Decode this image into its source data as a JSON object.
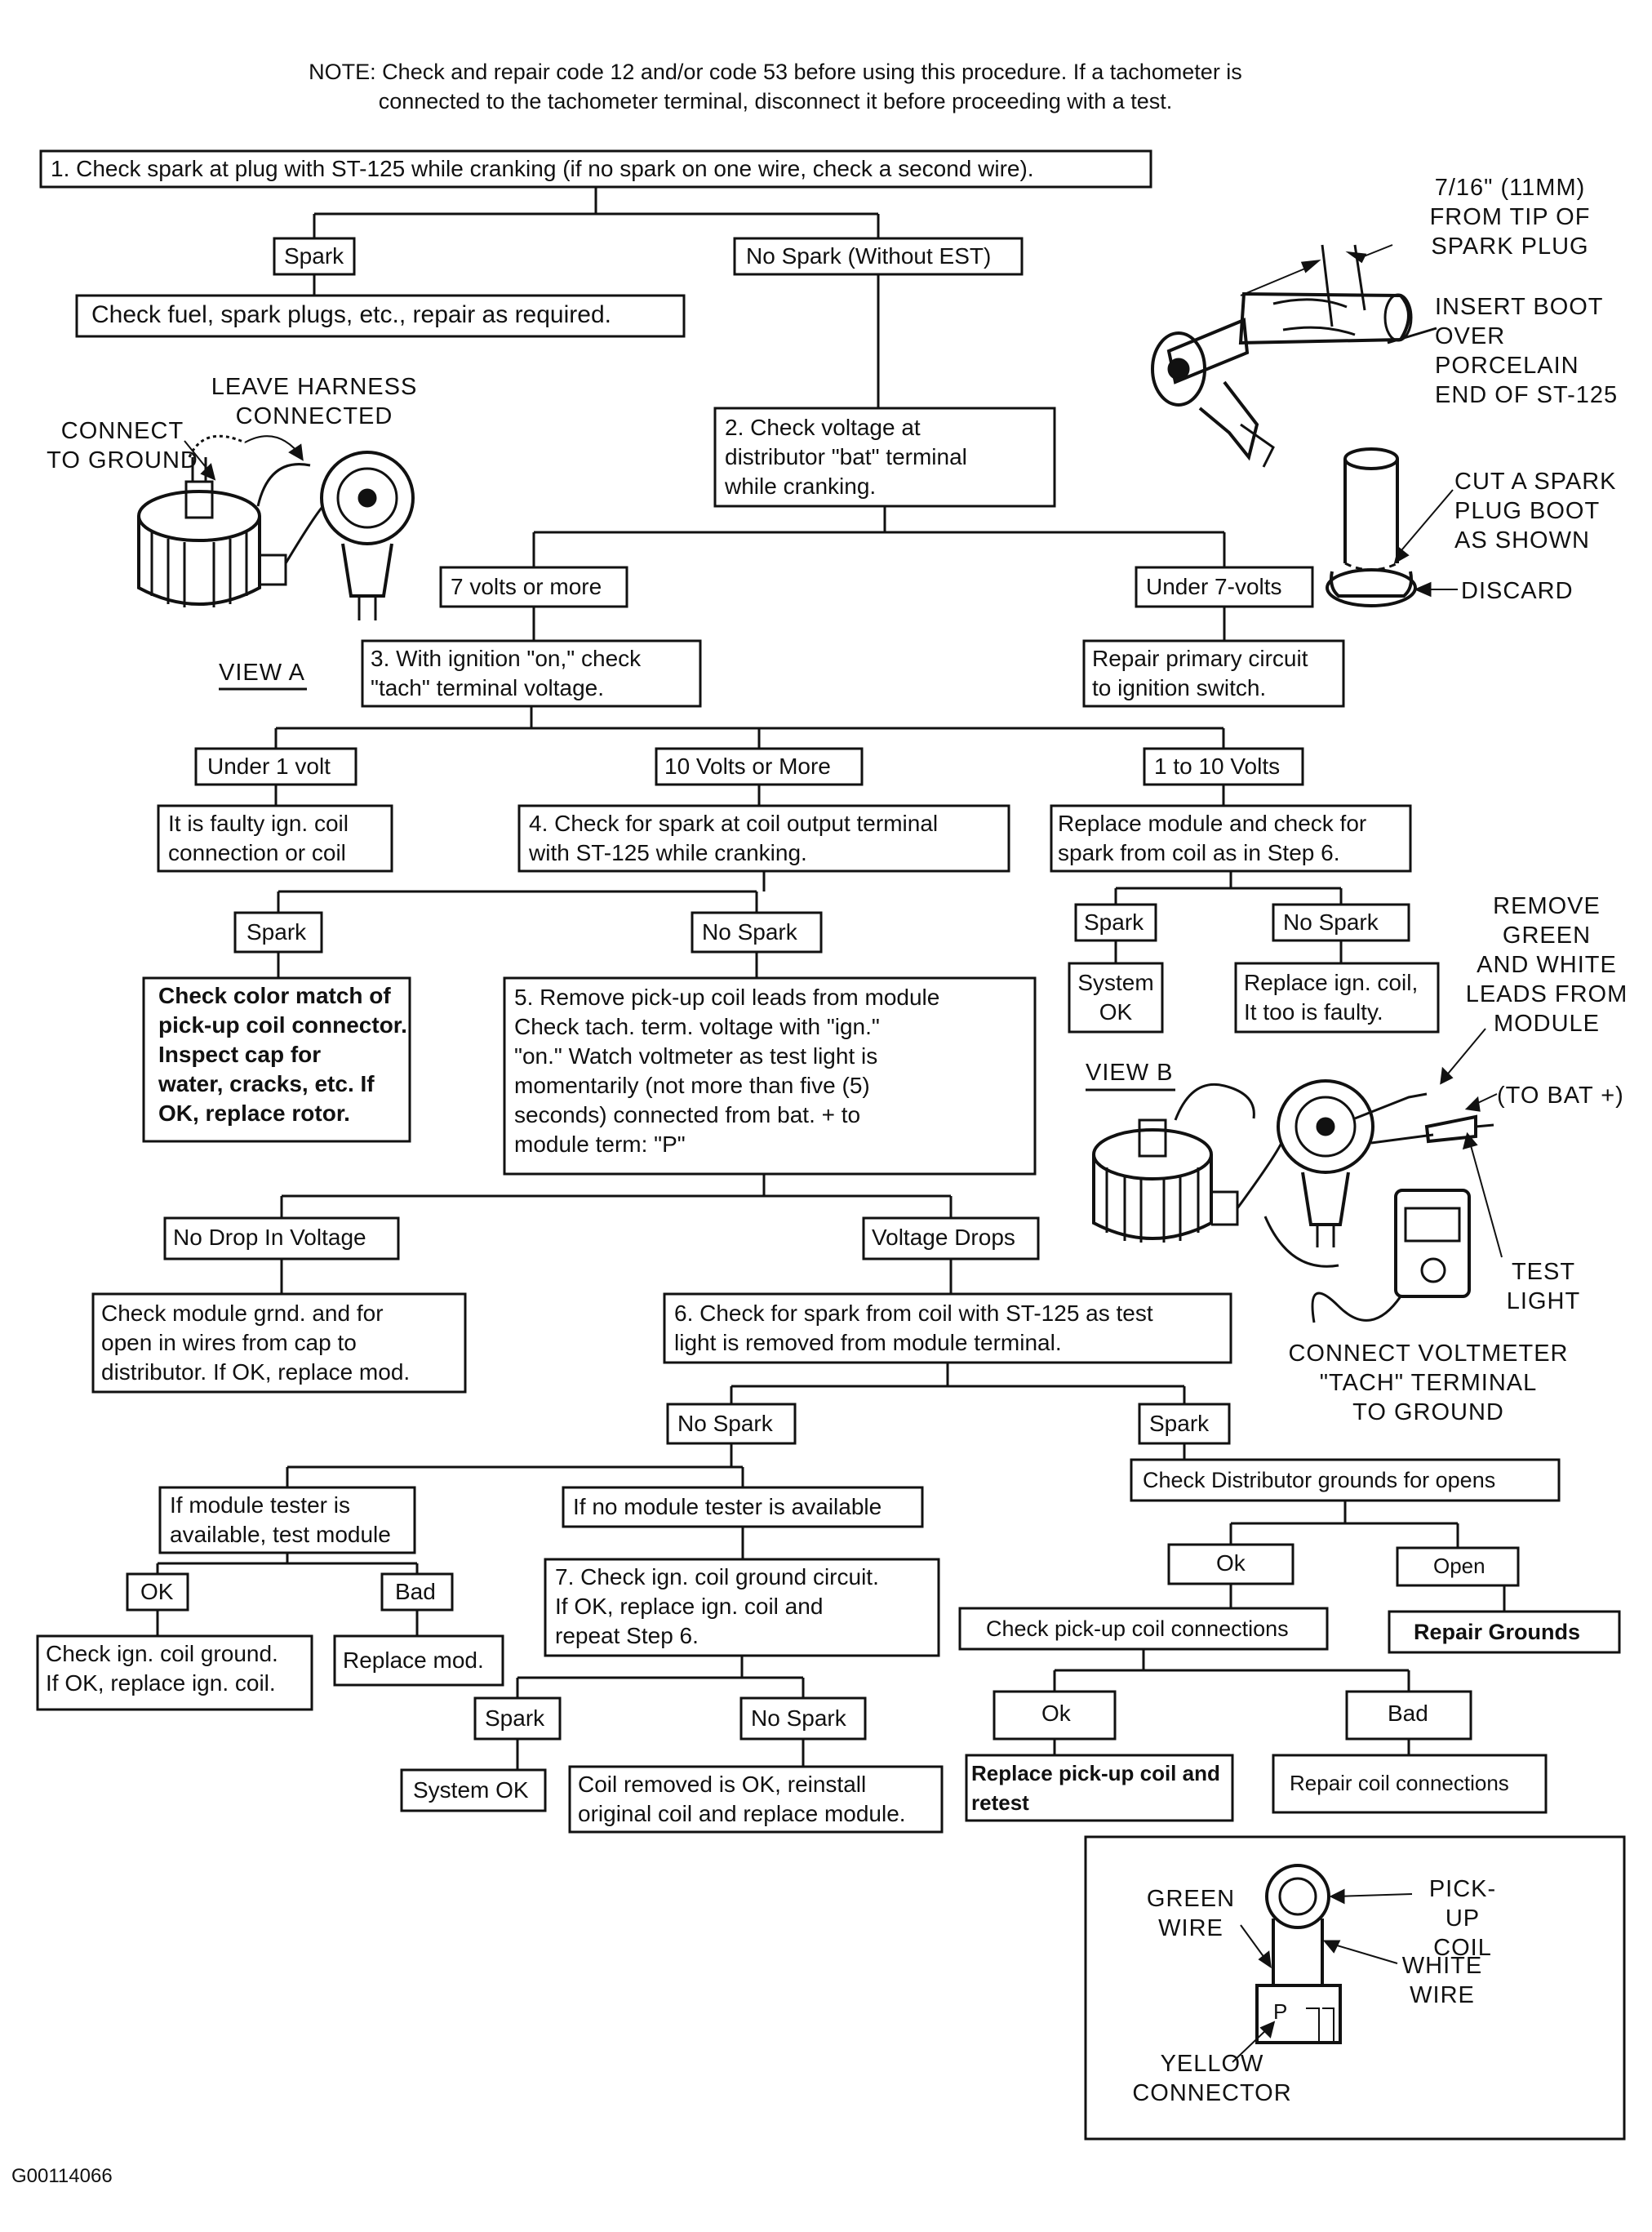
{
  "note": {
    "line1": "NOTE: Check and repair code 12 and/or code 53 before using this procedure. If a tachometer is",
    "line2": "connected to the tachometer terminal, disconnect it before proceeding with a test."
  },
  "steps": {
    "step1": "1. Check spark at plug with ST-125 while cranking (if no spark on one wire, check a second wire).",
    "spark_1": "Spark",
    "nospark_1": "No Spark (Without EST)",
    "check_fuel": "Check fuel, spark plugs, etc., repair as required.",
    "step2": "2. Check voltage at\ndistributor \"bat\" terminal\nwhile cranking.",
    "seven_more": "7 volts or more",
    "under_seven": "Under 7-volts",
    "step3": "3. With ignition \"on,\" check\n\"tach\" terminal voltage.",
    "repair_primary": "Repair primary circuit\nto ignition switch.",
    "under_1": "Under 1 volt",
    "ten_more": "10 Volts or More",
    "one_to_ten": "1 to 10 Volts",
    "faulty_coil": "It is faulty ign. coil\nconnection or coil",
    "step4": "4. Check for spark at coil output terminal\nwith ST-125 while cranking.",
    "replace_module_check": "Replace module and check for\nspark from coil as in Step 6.",
    "spark_4": "Spark",
    "nospark_4": "No Spark",
    "spark_r": "Spark",
    "nospark_r": "No Spark",
    "system_ok_r": "System\nOK",
    "replace_coil_r": "Replace ign. coil,\nIt too is faulty.",
    "check_color": "Check color match of\npick-up coil connector.\nInspect cap for\nwater, cracks, etc. If\nOK, replace rotor.",
    "step5": "5. Remove pick-up coil leads from module\nCheck tach. term. voltage with \"ign.\"\n\"on.\" Watch voltmeter as test light is\nmomentarily (not more than five (5)\nseconds) connected from bat. + to\nmodule term: \"P\"",
    "no_drop": "No Drop In Voltage",
    "voltage_drops": "Voltage Drops",
    "check_module_grnd": "Check module grnd. and for\nopen in wires from cap to\ndistributor. If OK, replace mod.",
    "step6": "6. Check for spark from coil with ST-125 as test\nlight is removed from module terminal.",
    "nospark_6": "No Spark",
    "spark_6": "Spark",
    "tester_available": "If module tester is\navailable, test module",
    "no_tester": "If no module tester is available",
    "ok_1": "OK",
    "bad_1": "Bad",
    "check_coil_ground": "Check ign. coil ground.\nIf OK, replace ign. coil.",
    "replace_mod": "Replace mod.",
    "step7": "7. Check ign. coil ground circuit.\nIf OK, replace ign. coil and\nrepeat Step 6.",
    "spark_7": "Spark",
    "nospark_7": "No Spark",
    "system_ok_7": "System OK",
    "coil_removed": "Coil removed is OK, reinstall\noriginal coil and replace module.",
    "check_dist_grounds": "Check Distributor grounds for opens",
    "ok_2": "Ok",
    "open_2": "Open",
    "check_pickup": "Check pick-up coil connections",
    "repair_grounds": "Repair Grounds",
    "ok_3": "Ok",
    "bad_3": "Bad",
    "replace_pickup": "Replace pick-up coil and\nretest",
    "repair_coil_conn": "Repair coil connections"
  },
  "illustrations": {
    "leave_harness": "LEAVE HARNESS\nCONNECTED",
    "connect_ground": "CONNECT\nTO GROUND",
    "view_a": "VIEW A",
    "plug_dim": "7/16\" (11MM)\nFROM TIP OF\nSPARK PLUG",
    "insert_boot": "INSERT BOOT\nOVER\nPORCELAIN\nEND OF ST-125",
    "cut_boot": "CUT A SPARK\nPLUG BOOT\nAS SHOWN",
    "discard": "DISCARD",
    "remove_leads": "REMOVE\nGREEN\nAND WHITE\nLEADS FROM\nMODULE",
    "view_b": "VIEW B",
    "to_bat": "(TO BAT +)",
    "test_light": "TEST\nLIGHT",
    "connect_voltmeter": "CONNECT VOLTMETER\n\"TACH\" TERMINAL\nTO GROUND",
    "green_wire": "GREEN\nWIRE",
    "pickup_coil": "PICK-UP\nCOIL",
    "white_wire": "WHITE\nWIRE",
    "yellow_connector": "YELLOW\nCONNECTOR",
    "p_label": "P"
  },
  "figure_id": "G00114066"
}
